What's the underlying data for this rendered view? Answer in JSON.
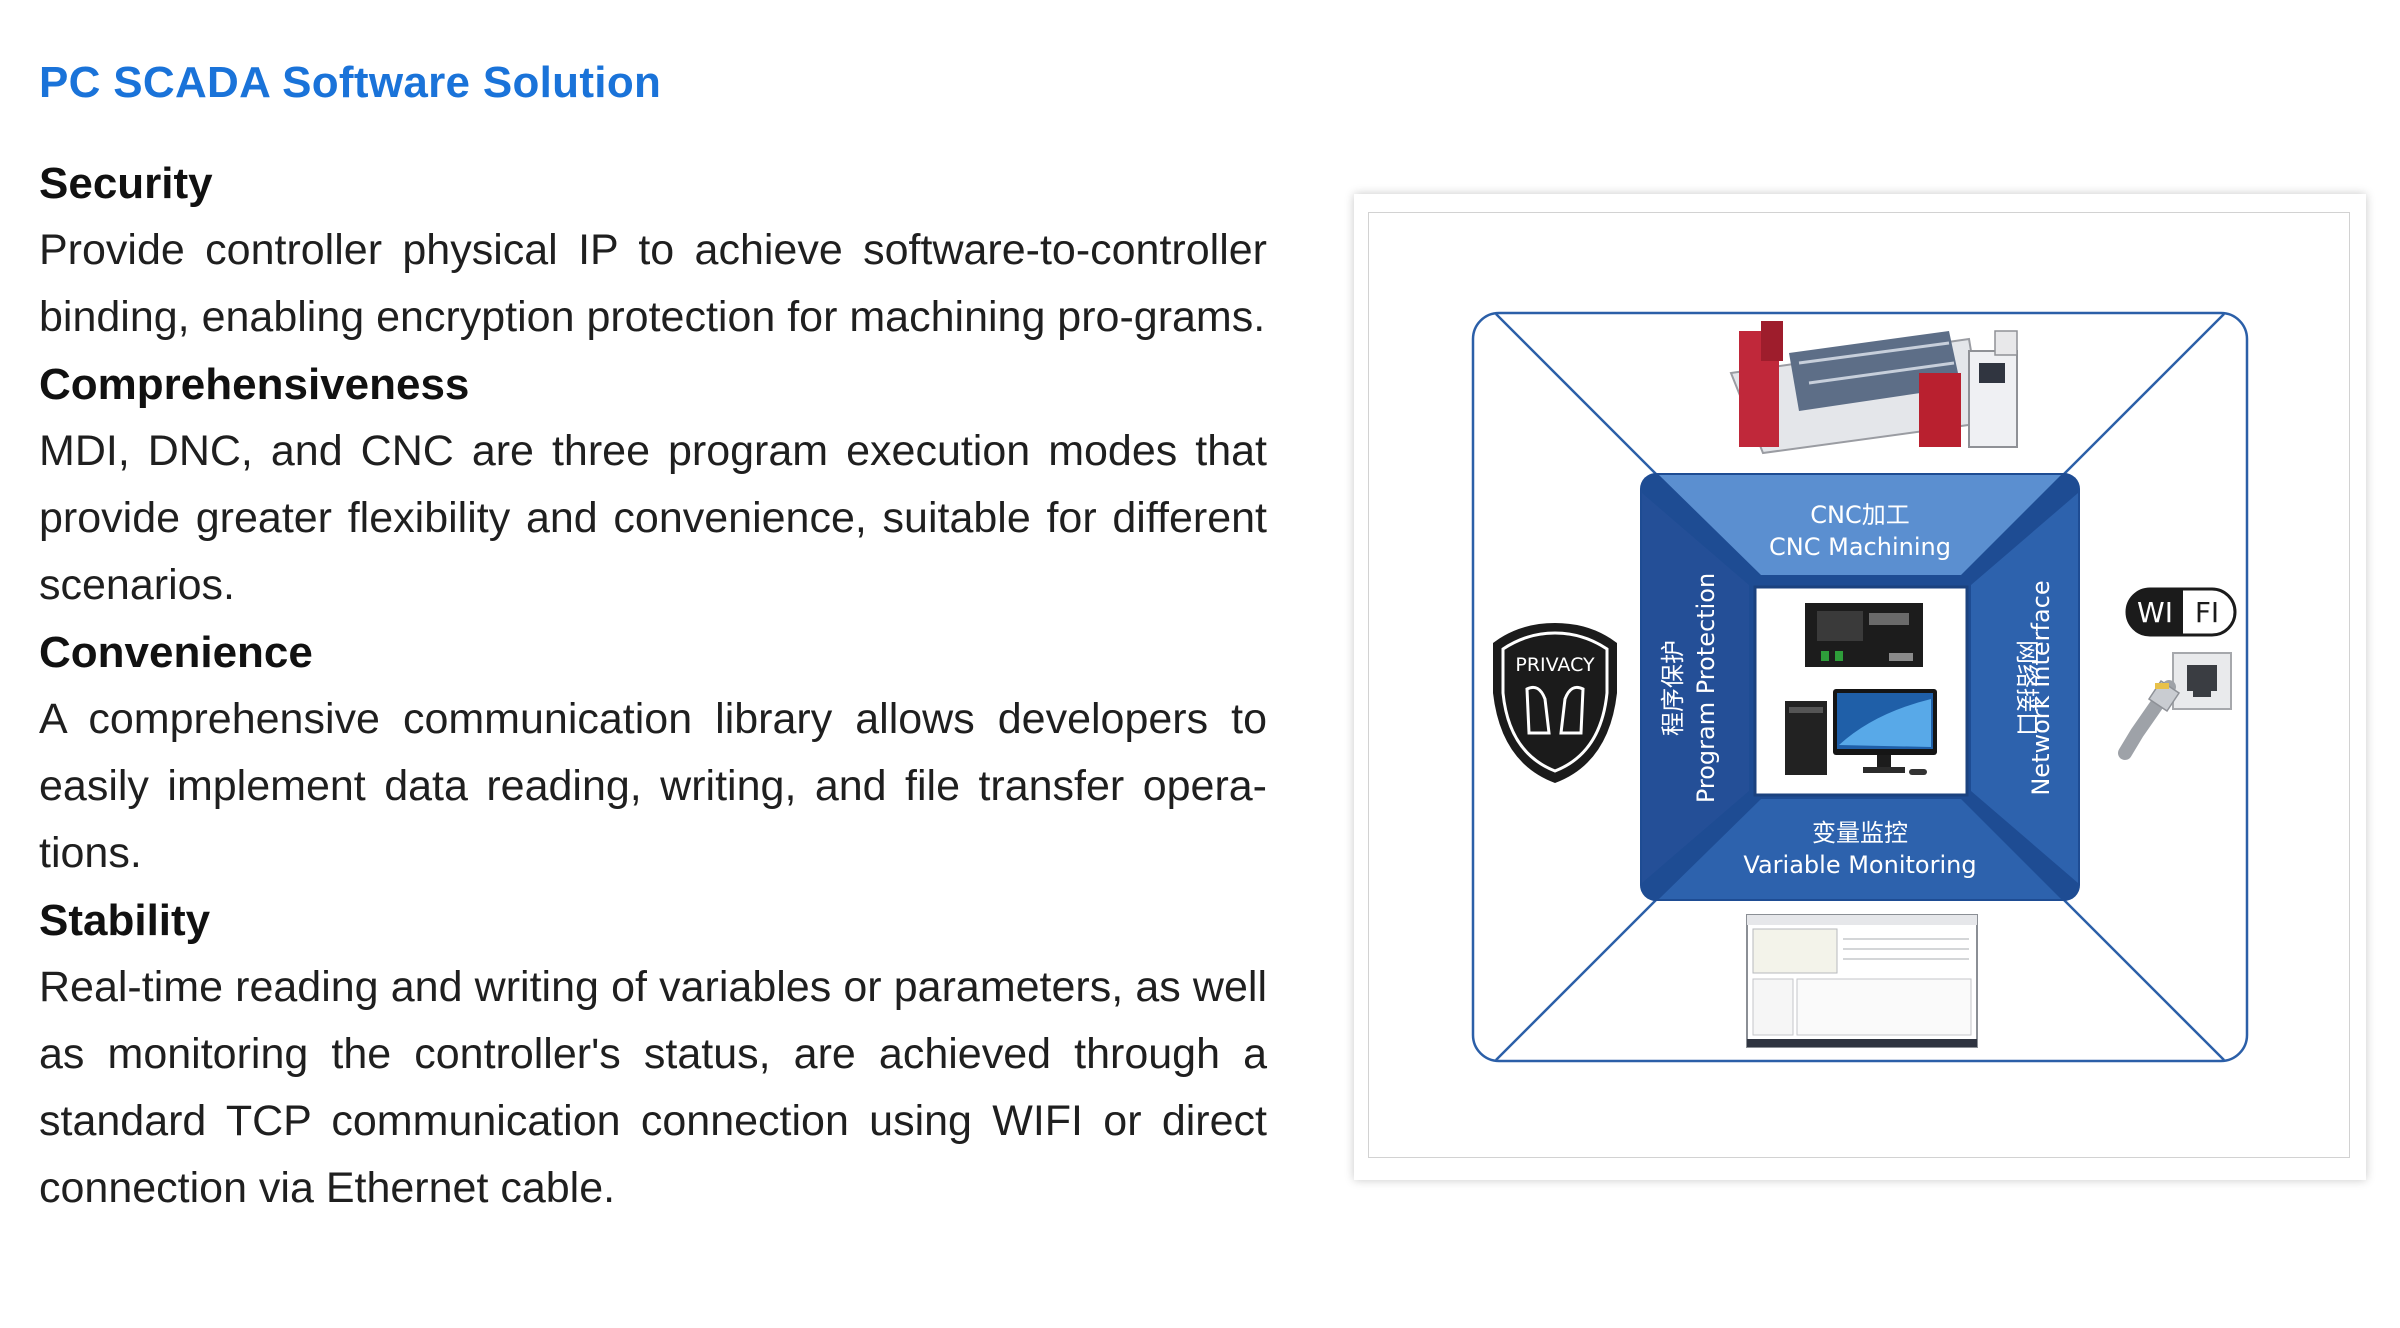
{
  "page": {
    "title": "PC SCADA Software Solution"
  },
  "sections": [
    {
      "heading": "Security",
      "body": "Provide controller physical IP to achieve software-to-controller binding, enabling encryption protection for machining pro-grams."
    },
    {
      "heading": "Comprehensiveness",
      "body": "MDI, DNC, and CNC are three program execution modes that provide greater flexibility and convenience, suitable for different scenarios."
    },
    {
      "heading": "Convenience",
      "body": "A comprehensive communication library allows developers to easily implement data reading, writing, and file transfer opera-tions."
    },
    {
      "heading": "Stability",
      "body": "Real-time reading and writing of variables or parameters, as well as monitoring the controller's status, are achieved through a standard TCP communication connection using WIFI or direct connection via Ethernet cable."
    }
  ],
  "diagram": {
    "top_label_cn": "CNC加工",
    "top_label_en": "CNC Machining",
    "left_label_cn": "程序保护",
    "left_label_en": "Program Protection",
    "right_label_cn": "网络接口",
    "right_label_en": "Network Interface",
    "bottom_label_cn": "变量监控",
    "bottom_label_en": "Variable Monitoring",
    "privacy_badge": "PRIVACY",
    "wifi_left": "WI",
    "wifi_right": "FI",
    "colors": {
      "dark_blue": "#1e4c93",
      "mid_blue": "#2d62ad",
      "light_blue": "#5b8fd0",
      "line_blue": "#2b5fa8"
    }
  }
}
